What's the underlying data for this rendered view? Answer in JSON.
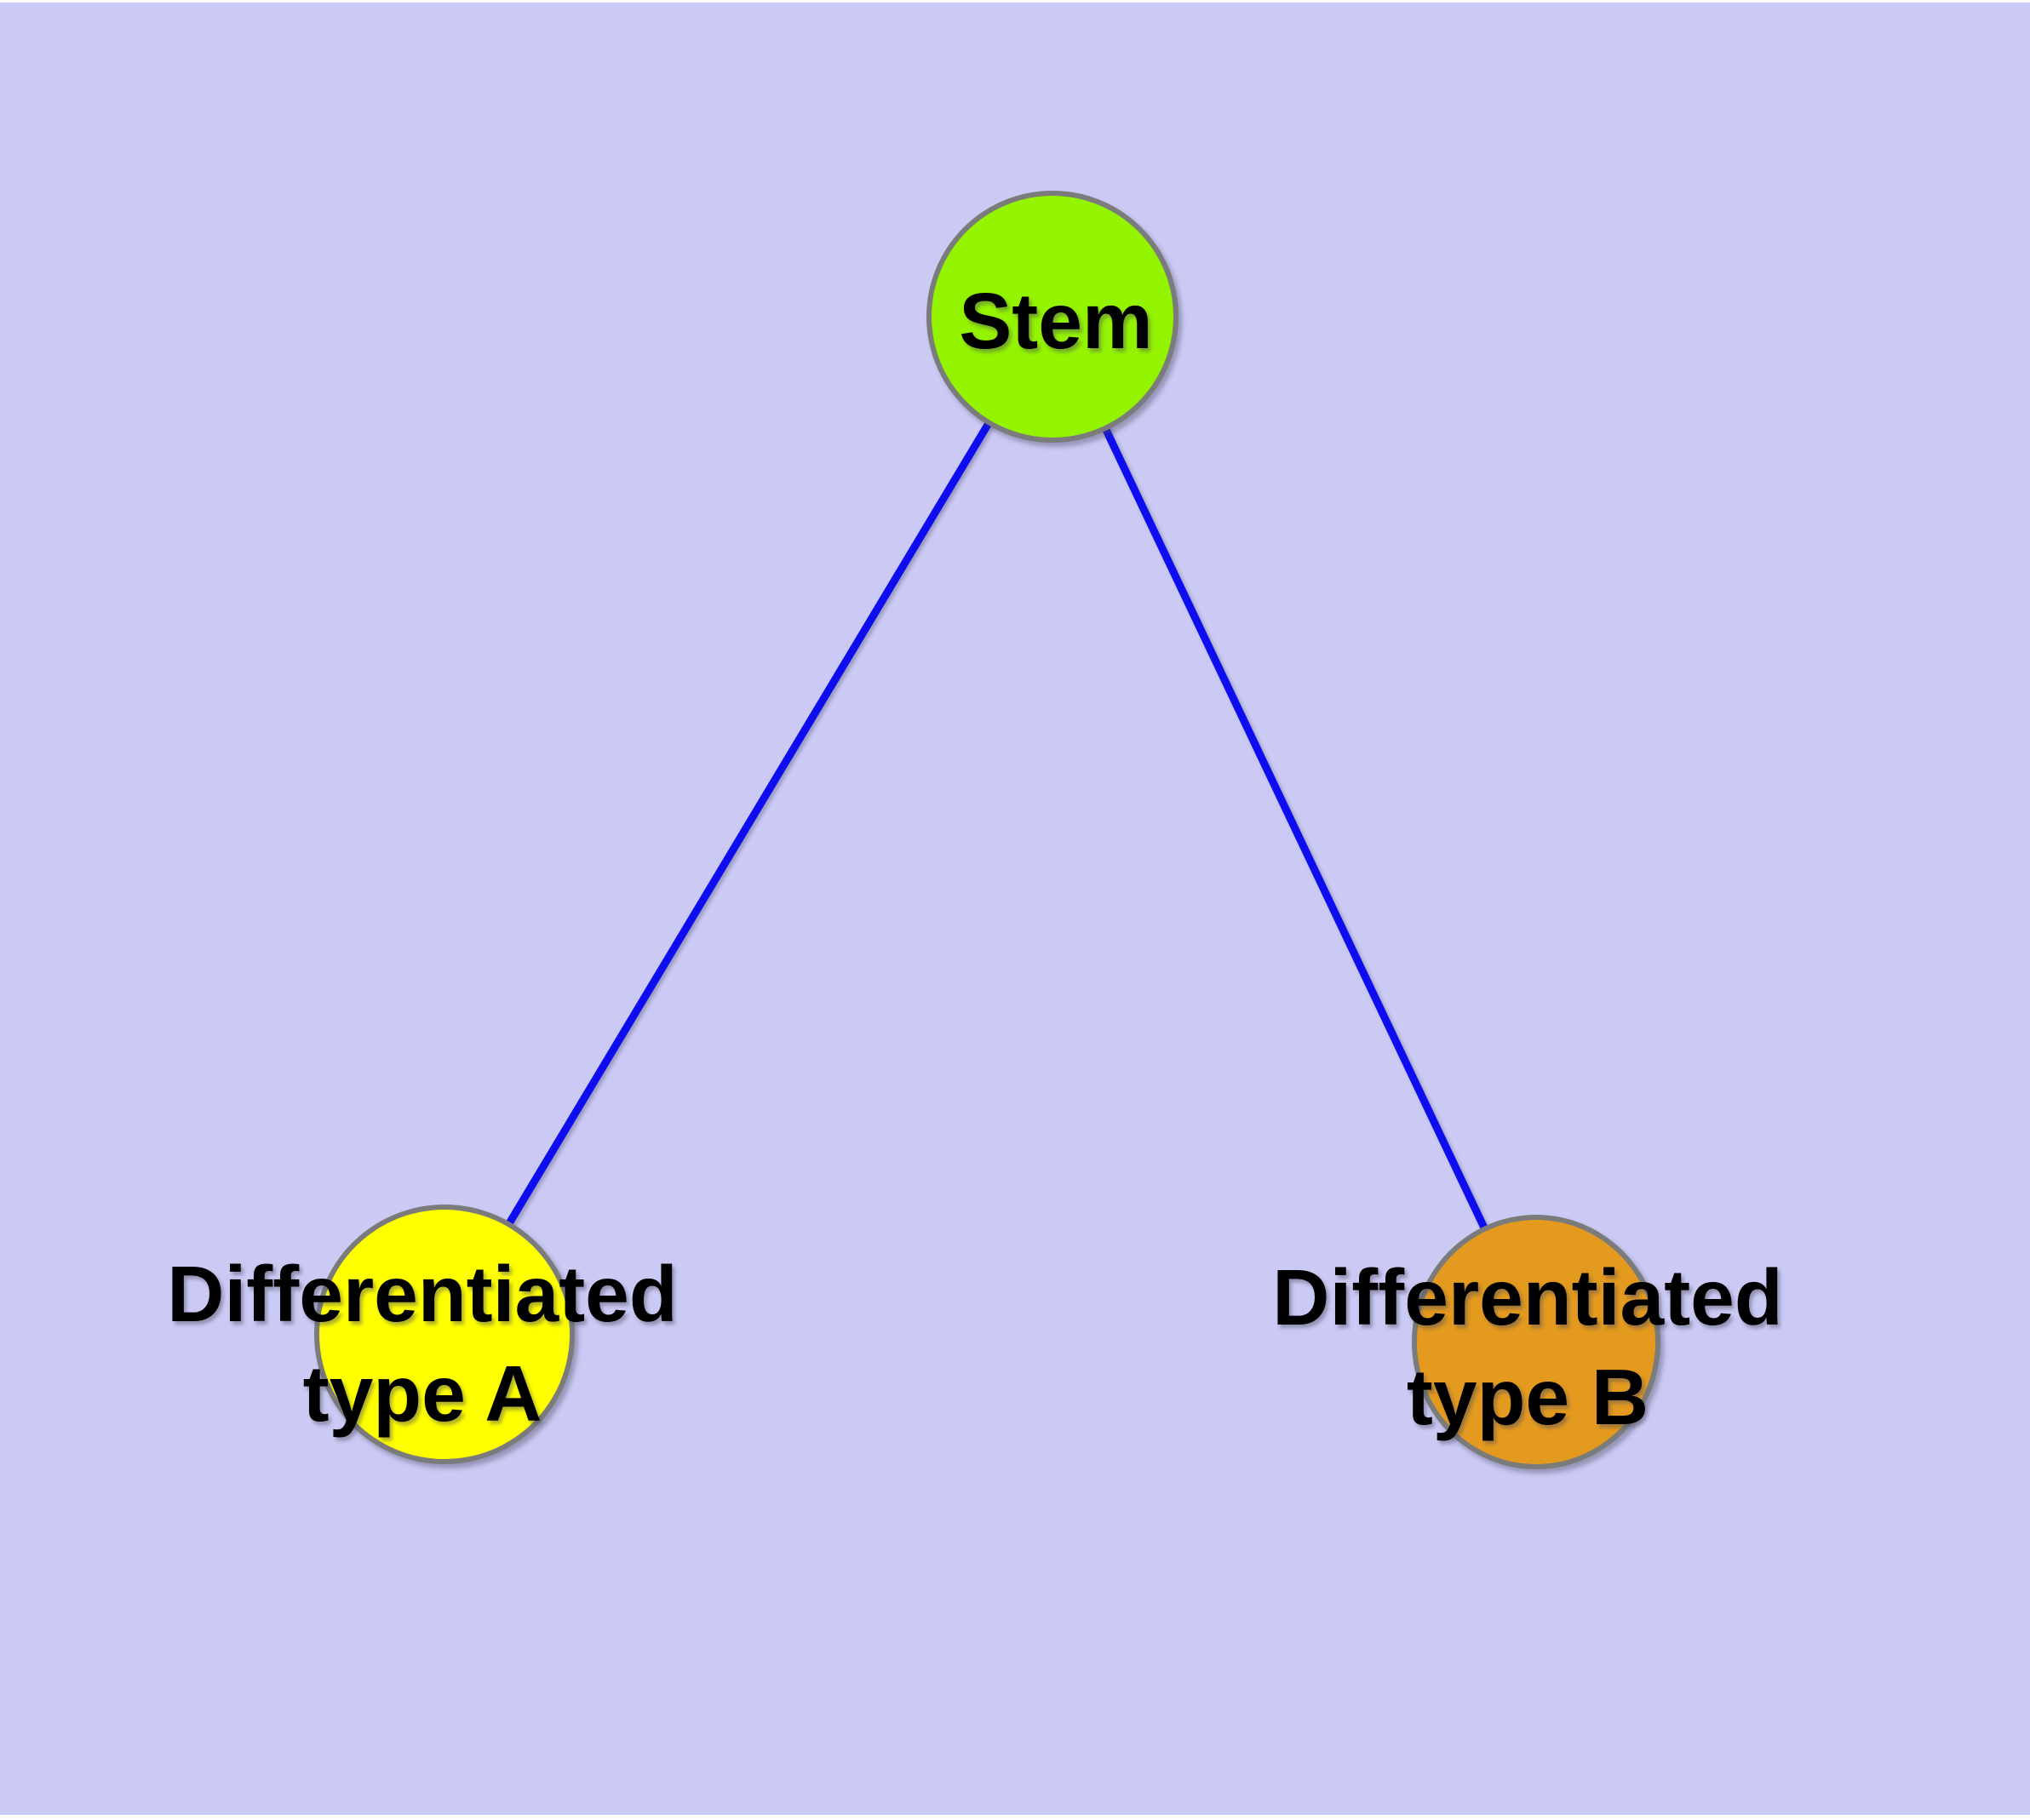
{
  "colors": {
    "canvas_background": "#cacaf5",
    "page_margin": "#ffffff",
    "edge": "#0d0df0",
    "node_border": "#7b7b7b",
    "label_text": "#000000"
  },
  "graph": {
    "nodes": [
      {
        "id": "stem",
        "label": "Stem",
        "fill": "#94f400"
      },
      {
        "id": "type-a",
        "label_line1": "Differentiated",
        "label_line2": "type A",
        "fill": "#ffff00"
      },
      {
        "id": "type-b",
        "label_line1": "Differentiated",
        "label_line2": "type B",
        "fill": "#e49a1e"
      }
    ],
    "edges": [
      {
        "from": "stem",
        "to": "type-a"
      },
      {
        "from": "stem",
        "to": "type-b"
      }
    ]
  }
}
